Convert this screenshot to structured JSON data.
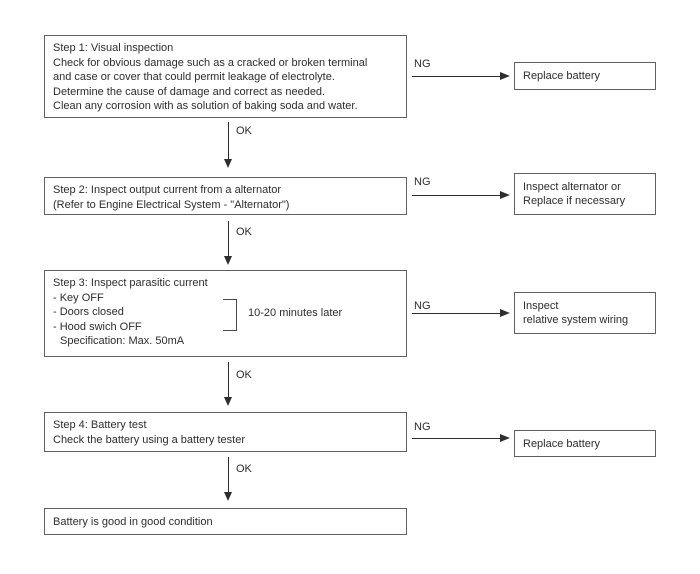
{
  "diagram": {
    "ok_label": "OK",
    "ng_label": "NG",
    "steps": {
      "step1": {
        "l1": "Step 1: Visual inspection",
        "l2": "Check for obvious damage such as a cracked or broken terminal",
        "l3": "and case or cover that could permit leakage of electrolyte.",
        "l4": "Determine the cause of damage and correct as needed.",
        "l5": "Clean any corrosion with as solution of baking soda and water."
      },
      "step2": {
        "l1": "Step 2: Inspect output current from a alternator",
        "l2": "(Refer to Engine Electrical System - \"Alternator\")"
      },
      "step3": {
        "l1": "Step 3: Inspect parasitic current",
        "l2": "- Key OFF",
        "l3": "- Doors closed",
        "l4": "- Hood swich OFF",
        "l5": "Specification: Max. 50mA",
        "note": "10-20 minutes later"
      },
      "step4": {
        "l1": "Step 4: Battery test",
        "l2": "Check the battery using a battery tester"
      },
      "final": "Battery is good in good condition"
    },
    "results": {
      "r1": "Replace battery",
      "r2l1": "Inspect alternator or",
      "r2l2": "Replace if necessary",
      "r3l1": "Inspect",
      "r3l2": "relative system wiring",
      "r4": "Replace battery"
    },
    "colors": {
      "line": "#2e2e2e",
      "border": "#606060",
      "background": "#ffffff"
    }
  }
}
